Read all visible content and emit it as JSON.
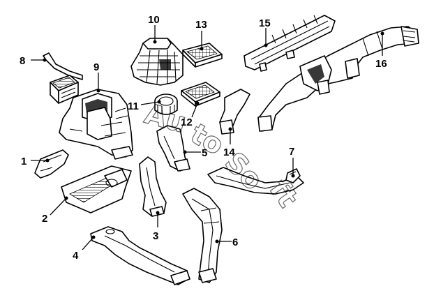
{
  "diagram": {
    "callouts": [
      "1",
      "2",
      "3",
      "4",
      "5",
      "6",
      "7",
      "8",
      "9",
      "10",
      "11",
      "12",
      "13",
      "14",
      "15",
      "16"
    ],
    "watermark": "AutoSoft"
  }
}
